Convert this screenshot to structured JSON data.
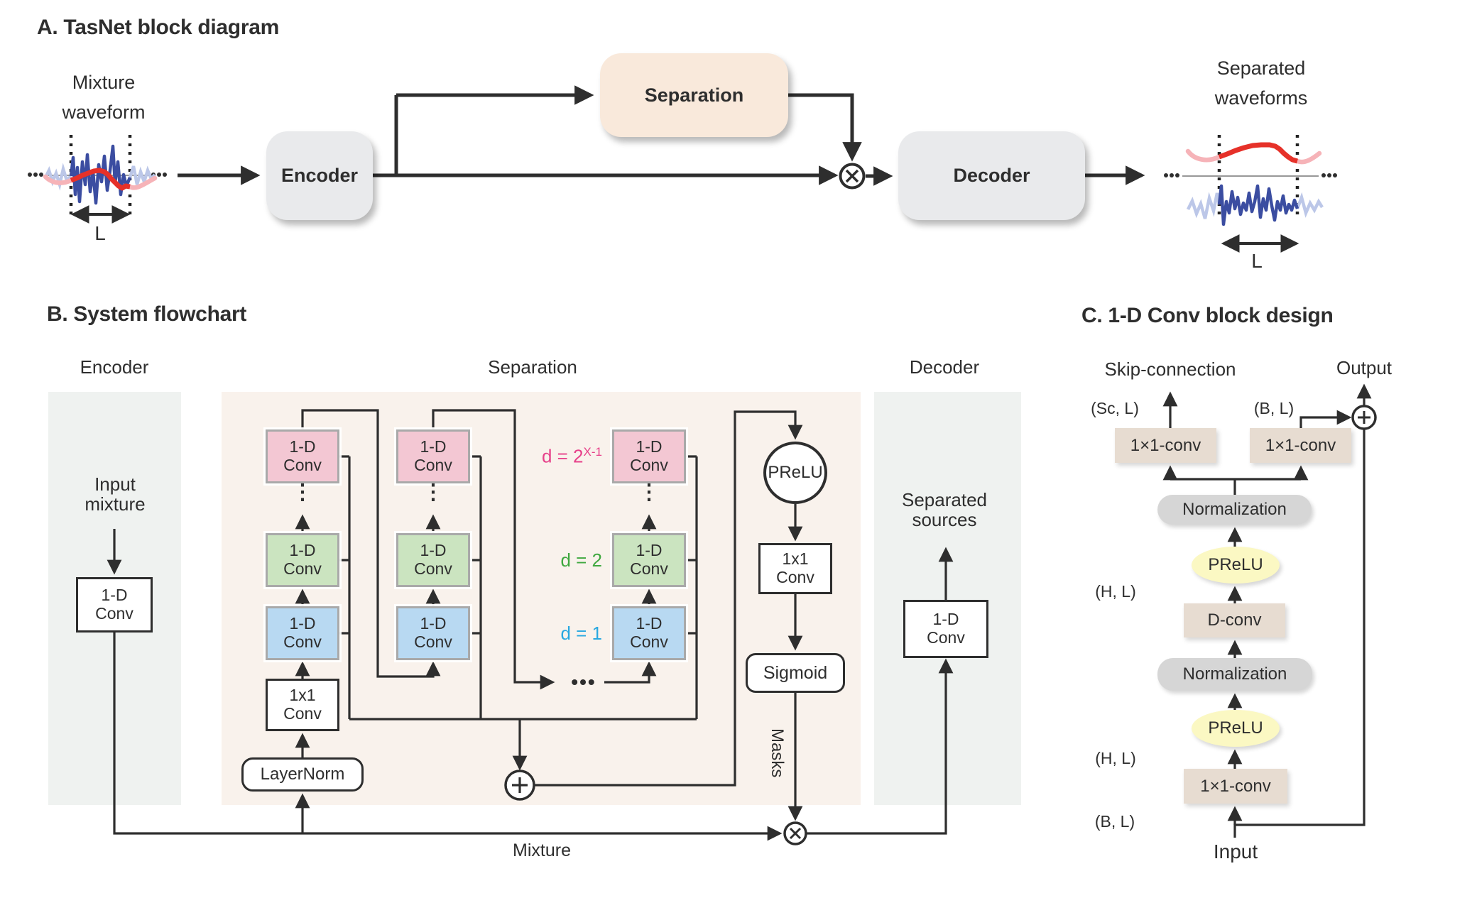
{
  "panel_a": {
    "title": "A. TasNet block diagram",
    "mixture_label": "Mixture\nwaveform",
    "separated_label": "Separated\nwaveforms",
    "encoder": "Encoder",
    "separation": "Separation",
    "decoder": "Decoder",
    "length_left": "L",
    "length_right": "L"
  },
  "panel_b": {
    "title": "B. System flowchart",
    "headers": {
      "encoder": "Encoder",
      "separation": "Separation",
      "decoder": "Decoder"
    },
    "input_mixture": "Input\nmixture",
    "conv_1d": "1-D\nConv",
    "conv_1x1": "1x1\nConv",
    "layernorm": "LayerNorm",
    "prelu": "PReLU",
    "sigmoid": "Sigmoid",
    "masks": "Masks",
    "mixture": "Mixture",
    "separated_sources": "Separated\nsources",
    "d_labels": {
      "dx_base": "d = 2",
      "dx_sup": "X-1",
      "d2": "d = 2",
      "d1": "d = 1"
    },
    "vdots": "⋮",
    "hdots": "•••"
  },
  "panel_c": {
    "title": "C. 1-D Conv block design",
    "skip_connection": "Skip-connection",
    "output": "Output",
    "input": "Input",
    "conv_1x1_skip": "1×1-conv",
    "conv_1x1_out": "1×1-conv",
    "conv_1x1_in": "1×1-conv",
    "d_conv": "D-conv",
    "normalization_top": "Normalization",
    "normalization_mid": "Normalization",
    "prelu_top": "PReLU",
    "prelu_bottom": "PReLU",
    "dims": {
      "sc_l": "(Sc, L)",
      "b_l_top": "(B, L)",
      "h_l_top": "(H, L)",
      "h_l_mid": "(H, L)",
      "b_l_bottom": "(B, L)"
    }
  },
  "colors": {
    "line": "#2e2e2e",
    "box_gray": "#e9eaec",
    "box_peach": "#f9e9db",
    "panel_gray": "#eff2f0",
    "panel_cream": "#f9f2ec",
    "block_pink": "#f3c7d3",
    "block_green": "#cbe4c0",
    "block_blue": "#b8d9f2",
    "label_dx_pink": "#e7418a",
    "label_d2_green": "#3fa83f",
    "label_d1_blue": "#29a8e0",
    "c_tan": "#e7dcd1",
    "c_gray": "#d6d6d6",
    "c_yellow": "#fbf8c3",
    "wave_blue": "#3b4da1",
    "wave_blue_light": "#bcc7e8",
    "wave_red": "#e63129",
    "wave_red_light": "#f6b3b8"
  }
}
